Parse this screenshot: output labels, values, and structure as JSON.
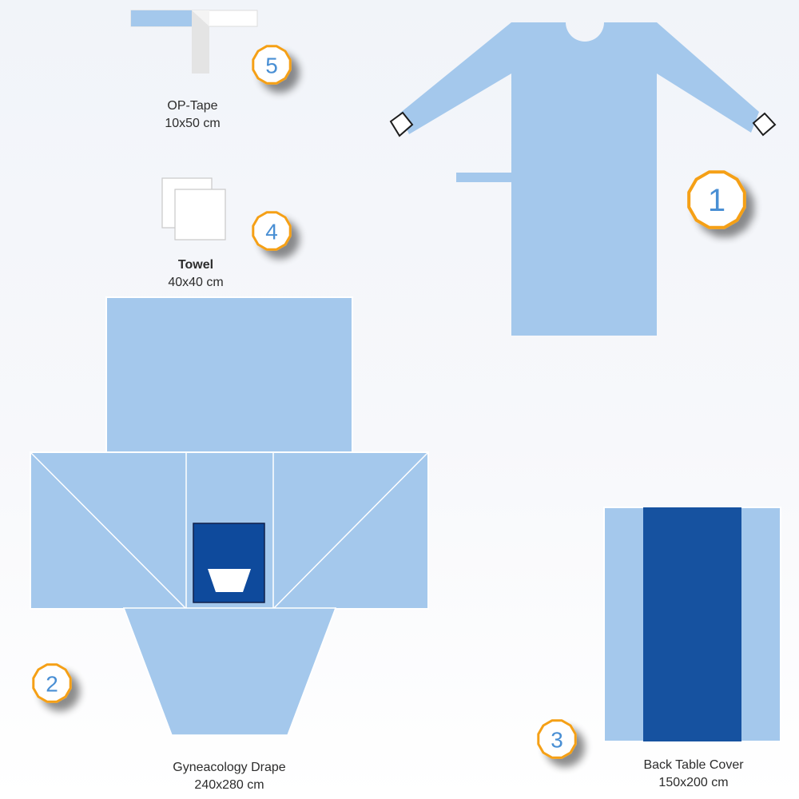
{
  "colors": {
    "light_blue": "#a4c8ec",
    "dark_blue": "#0e4a9c",
    "mid_blue": "#1652a0",
    "badge_orange": "#f5a019",
    "badge_number": "#4a8fd4",
    "tape_gray": "#d8d8d8"
  },
  "items": [
    {
      "number": "1",
      "name": "",
      "size": ""
    },
    {
      "number": "2",
      "name": "Gyneacology Drape",
      "size": "240x280 cm"
    },
    {
      "number": "3",
      "name": "Back Table Cover",
      "size": "150x200 cm"
    },
    {
      "number": "4",
      "name": "Towel",
      "size": "40x40 cm"
    },
    {
      "number": "5",
      "name": "OP-Tape",
      "size": "10x50 cm"
    }
  ]
}
